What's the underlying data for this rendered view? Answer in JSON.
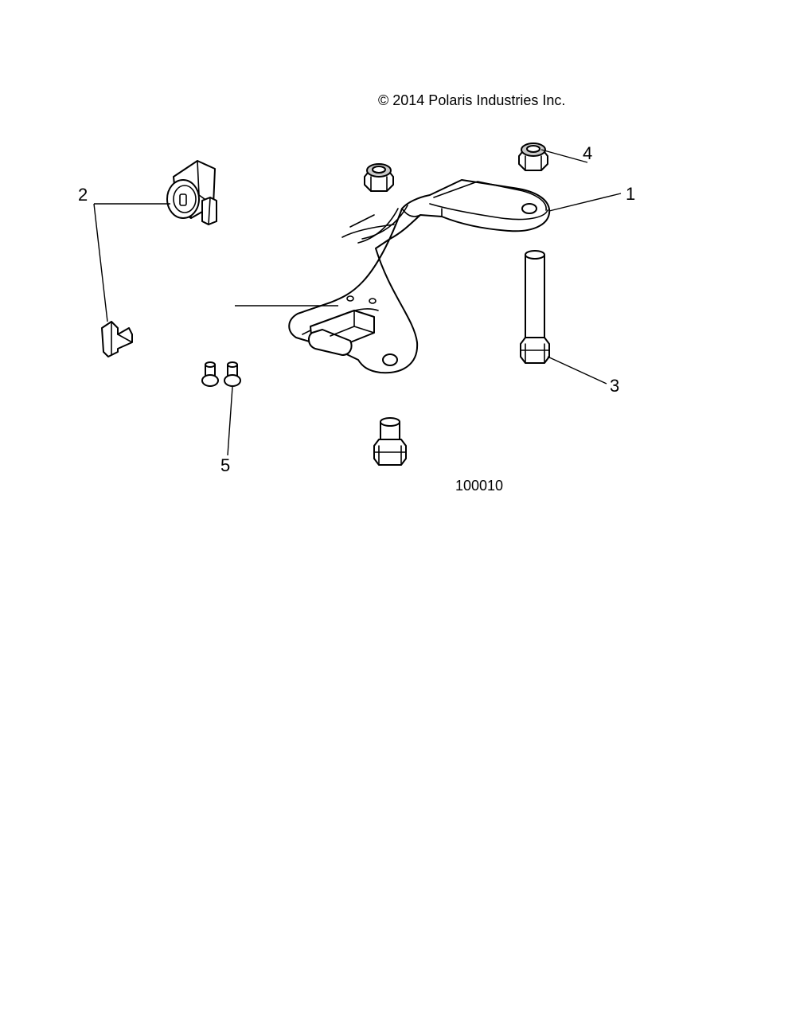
{
  "copyright": "© 2014 Polaris Industries Inc.",
  "diagram_id": "100010",
  "callouts": [
    {
      "number": "1",
      "part": "bracket"
    },
    {
      "number": "2",
      "part": "lock-and-key"
    },
    {
      "number": "3",
      "part": "hex-bolt"
    },
    {
      "number": "4",
      "part": "lock-nut"
    },
    {
      "number": "5",
      "part": "screw"
    }
  ]
}
